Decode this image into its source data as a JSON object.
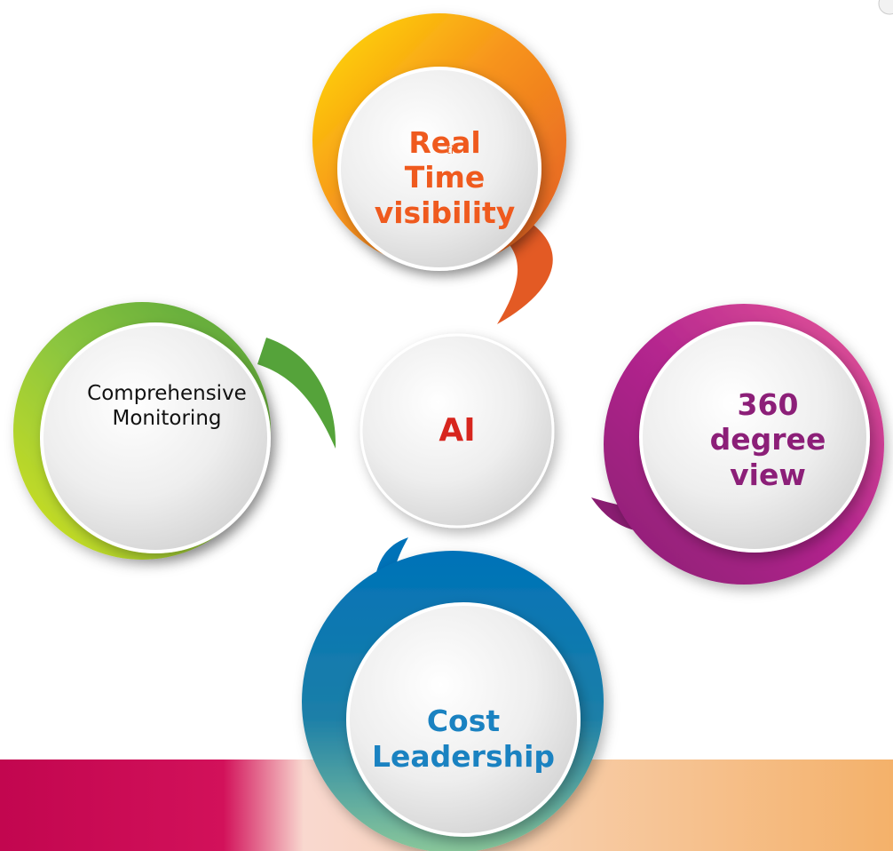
{
  "center": {
    "text": "AI",
    "color": "#d7261e"
  },
  "nodes": {
    "top": {
      "lines": [
        "Real",
        "Time",
        "visibility"
      ],
      "text_color": "#ef5a1e",
      "ring_colors": [
        "#ffe000",
        "#f7941d",
        "#e35a24"
      ]
    },
    "left": {
      "lines": [
        "Comprehensive",
        "Monitoring"
      ],
      "text_color": "#111111",
      "ring_colors": [
        "#d6e21d",
        "#8cc63f",
        "#55a33a"
      ]
    },
    "right": {
      "lines": [
        "360",
        "degree",
        "view"
      ],
      "text_color": "#8c1f78",
      "ring_colors": [
        "#e8589a",
        "#b3258e",
        "#8a1d72"
      ]
    },
    "bottom": {
      "lines": [
        "Cost",
        "Leadership"
      ],
      "text_color": "#1a82c1",
      "ring_colors": [
        "#0072b8",
        "#1c7fa8",
        "#8ac79a"
      ]
    }
  },
  "stray_mark": "ti",
  "footer_band_colors": [
    "#c2064f",
    "#f9d8cf",
    "#f4b16a"
  ]
}
